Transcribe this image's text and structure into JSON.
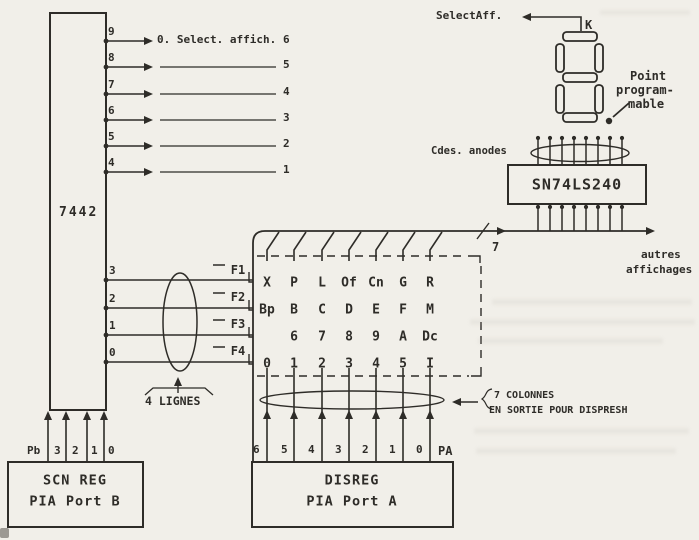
{
  "paper_color": "#f1efe9",
  "ink_color": "#2e2c28",
  "decoder": {
    "label": "7442",
    "select_line_text": "0. Select. affich.",
    "select_pins": [
      "9",
      "8",
      "7",
      "6",
      "5",
      "4"
    ],
    "select_numbers": [
      "6",
      "5",
      "4",
      "3",
      "2",
      "1"
    ],
    "row_pins": [
      "3",
      "2",
      "1",
      "0"
    ],
    "port_b_labels": [
      "Pb",
      "3",
      "2",
      "1",
      "0"
    ]
  },
  "lines_note": "4 LIGNES",
  "scn_reg_box": {
    "title": "SCN REG",
    "subtitle": "PIA Port B"
  },
  "matrix": {
    "row_labels": [
      "F1",
      "F2",
      "F3",
      "F4"
    ],
    "rows": [
      [
        "X",
        "P",
        "L",
        "Of",
        "Cn",
        "G",
        "R"
      ],
      [
        "Bp",
        "B",
        "C",
        "D",
        "E",
        "F",
        "M"
      ],
      [
        "",
        "6",
        "7",
        "8",
        "9",
        "A",
        "Dc"
      ],
      [
        "0",
        "1",
        "2",
        "3",
        "4",
        "5",
        "I"
      ]
    ],
    "bus_width_label": "7",
    "column_labels": [
      "6",
      "5",
      "4",
      "3",
      "2",
      "1",
      "0"
    ],
    "port_a_label": "PA"
  },
  "colonnes_note": {
    "line1": "7 COLONNES",
    "line2": "EN SORTIE POUR DISPRESH"
  },
  "disreg_box": {
    "title": "DISREG",
    "subtitle": "PIA Port A"
  },
  "display": {
    "select_label": "SelectAff.",
    "cathode_label": "K",
    "point_note": [
      "Point",
      "program-",
      "mable"
    ],
    "anodes_label": "Cdes. anodes",
    "driver_label": "SN74LS240",
    "autres_note": [
      "autres",
      "affichages"
    ]
  }
}
